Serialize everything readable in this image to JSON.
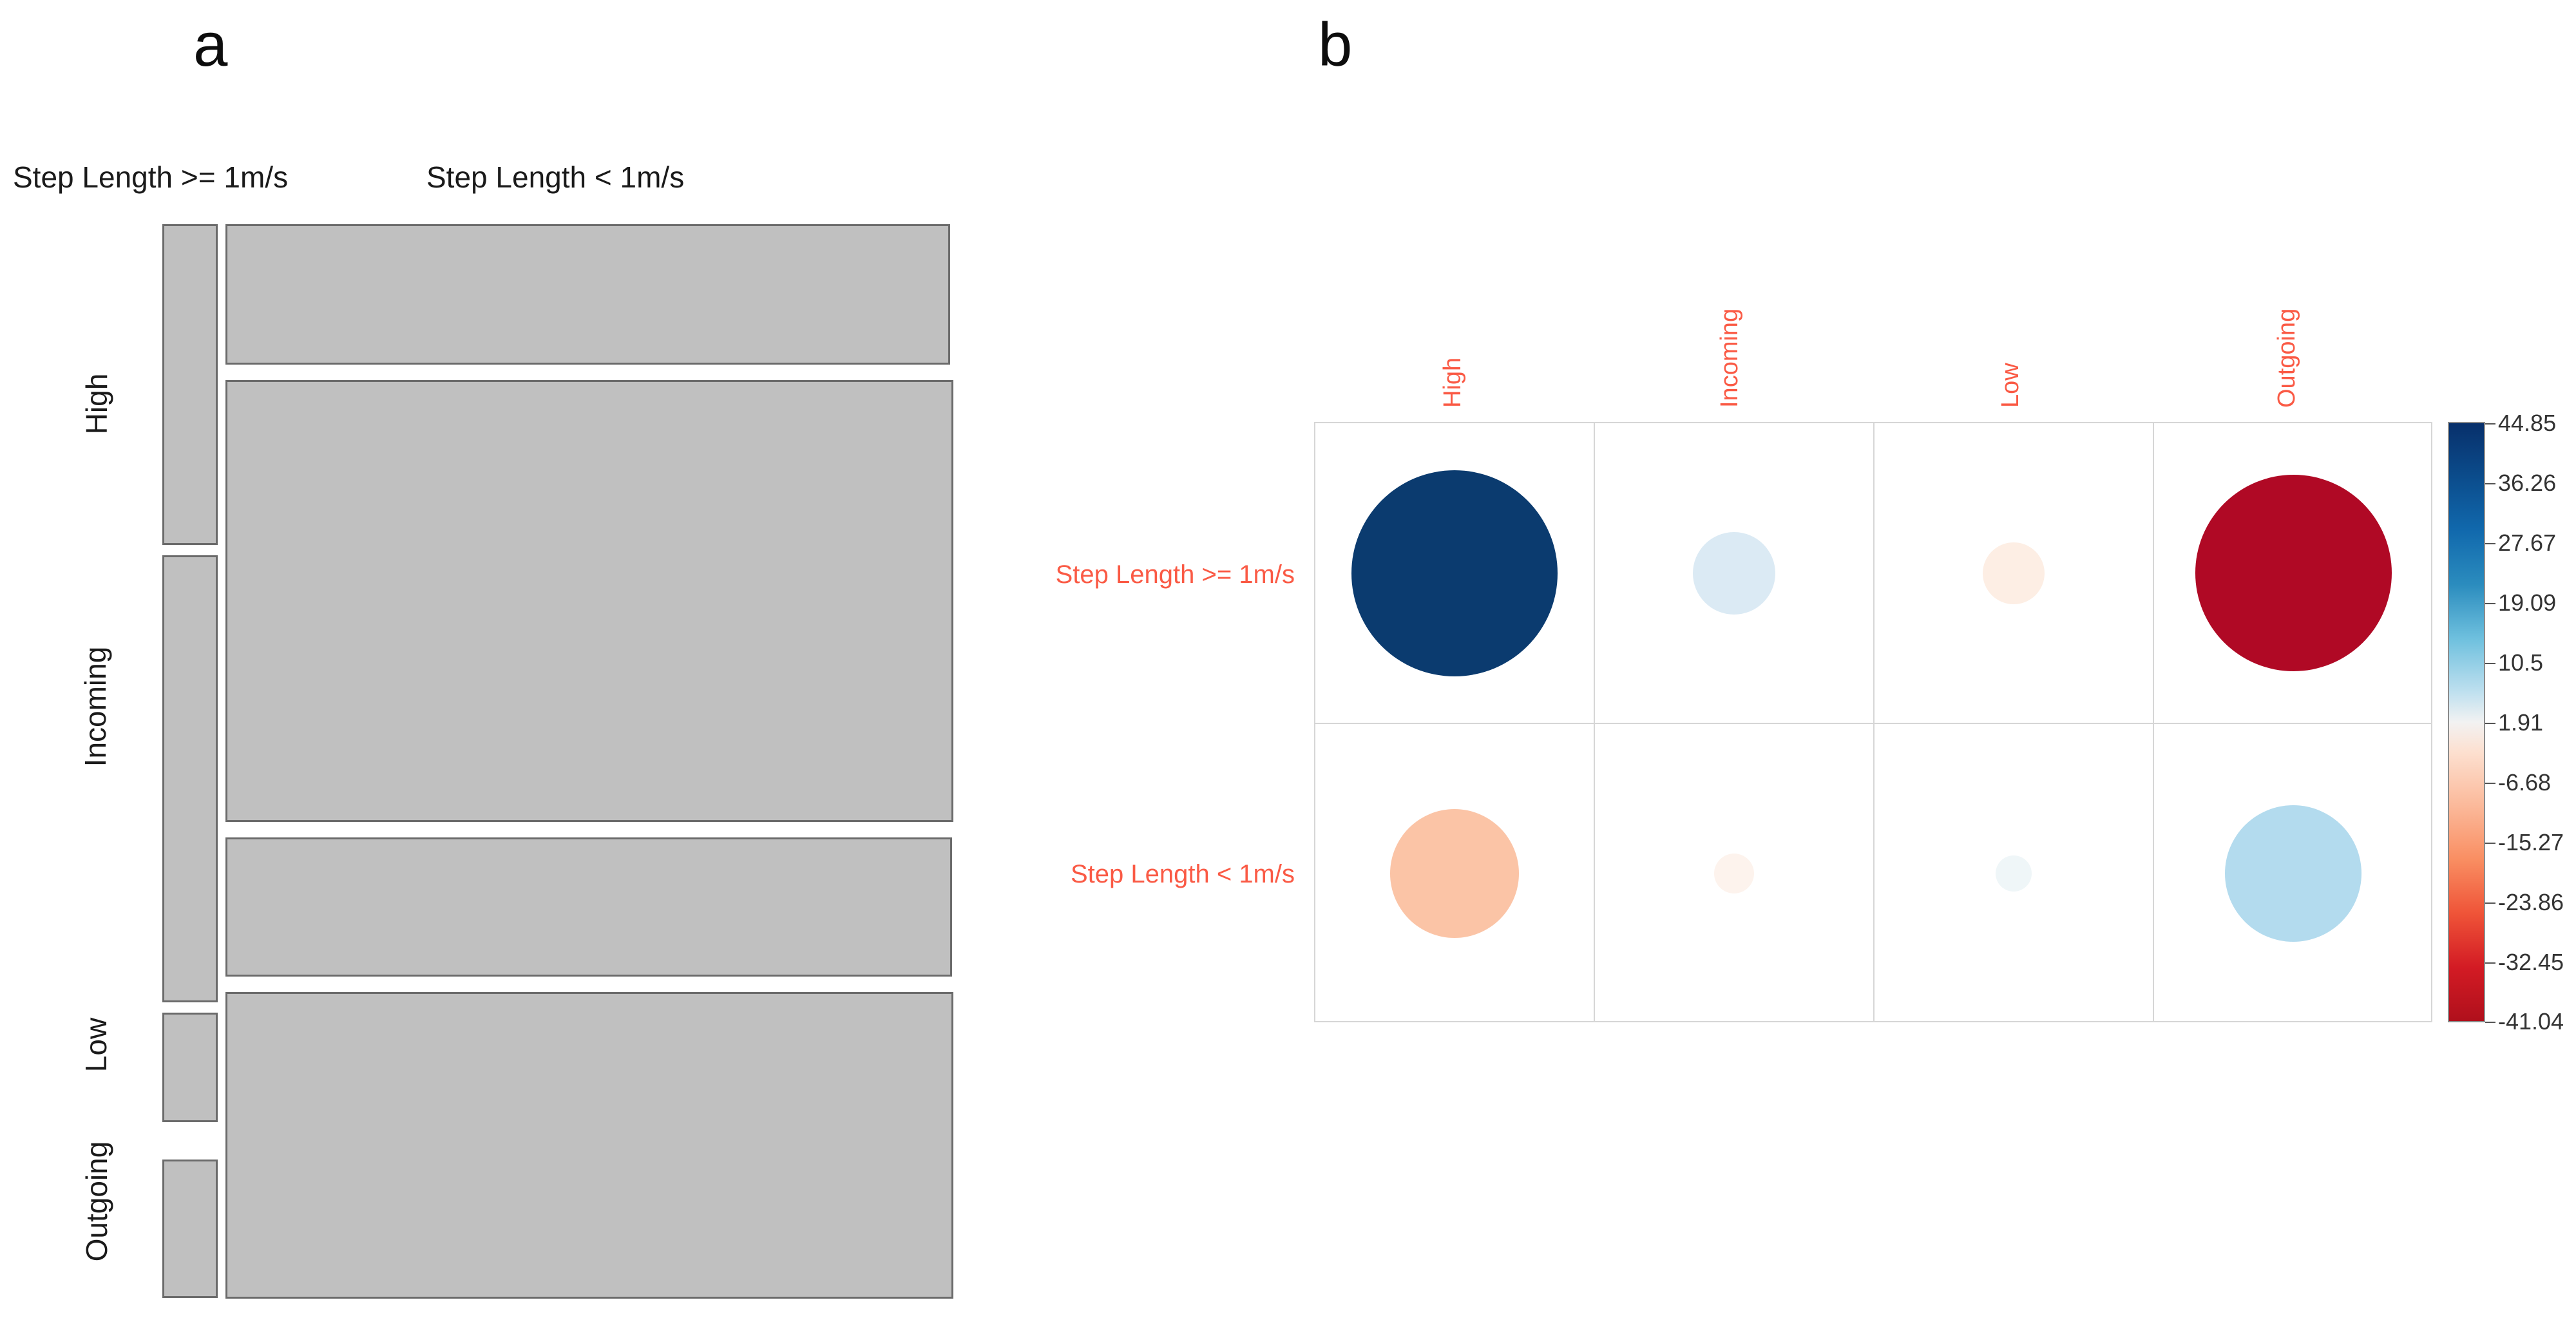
{
  "figure": {
    "panels": [
      {
        "letter": "a",
        "type": "mosaic"
      },
      {
        "letter": "b",
        "type": "balloon"
      }
    ]
  },
  "panel_a": {
    "letter": "a",
    "column_titles": [
      "Step Length >= 1m/s",
      "Step Length < 1m/s"
    ],
    "row_labels": [
      "High",
      "Incoming",
      "Low",
      "Outgoing"
    ],
    "fill_color": "#c0c0c0",
    "border_color": "#6b6b6b"
  },
  "panel_b": {
    "letter": "b",
    "row_labels": [
      "Step Length >= 1m/s",
      "Step Length < 1m/s"
    ],
    "column_labels": [
      "High",
      "Incoming",
      "Low",
      "Outgoing"
    ],
    "label_color": "#fa5a45",
    "grid_color": "#d6d6d6",
    "colorbar_ticks": [
      "44.85",
      "36.26",
      "27.67",
      "19.09",
      "10.5",
      "1.91",
      "-6.68",
      "-15.27",
      "-23.86",
      "-32.45",
      "-41.04"
    ]
  },
  "chart_data": [
    {
      "type": "bar",
      "title": "Mosaic plot of behaviour state by step length",
      "subtype": "mosaic",
      "xlabel": "",
      "ylabel": "",
      "categories": [
        "High",
        "Incoming",
        "Low",
        "Outgoing"
      ],
      "columns": [
        "Step Length >= 1m/s",
        "Step Length < 1m/s"
      ],
      "series": [
        {
          "name": "Step Length >= 1m/s",
          "values": [
            8.8,
            22.5,
            5.0,
            5.0
          ]
        },
        {
          "name": "Step Length < 1m/s",
          "values": [
            5.1,
            20.2,
            5.1,
            11.6
          ]
        }
      ],
      "legend": "none",
      "grid": false
    },
    {
      "type": "heatmap",
      "subtype": "balloon",
      "title": "Pearson residuals of step length vs. behaviour state",
      "xlabel": "",
      "ylabel": "",
      "categories": [
        "High",
        "Incoming",
        "Low",
        "Outgoing"
      ],
      "rows": [
        "Step Length >= 1m/s",
        "Step Length < 1m/s"
      ],
      "values": [
        [
          44.85,
          7.2,
          -3.6,
          -41.04
        ],
        [
          -28.5,
          -1.8,
          1.2,
          22.4
        ]
      ],
      "colorscale": [
        "#b0101c",
        "#f2f2f2",
        "#08306b"
      ],
      "zlim": [
        -41.04,
        44.85
      ],
      "legend": "right colorbar",
      "grid": true,
      "annotations": []
    }
  ]
}
